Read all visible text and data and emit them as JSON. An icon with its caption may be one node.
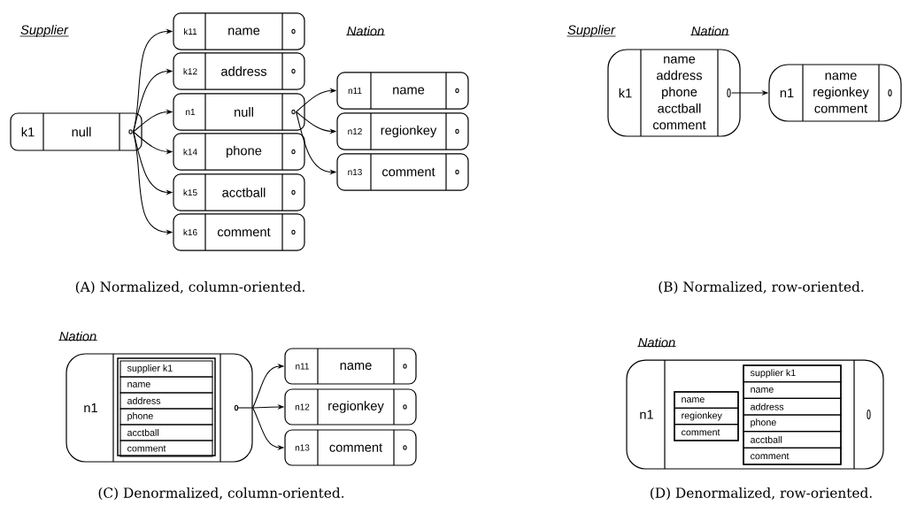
{
  "diagram": {
    "nodes": [
      {
        "text": [
          "k1",
          "null"
        ]
      },
      {
        "text": [
          "k11",
          "name"
        ]
      },
      {
        "text": [
          "k12",
          "address"
        ]
      },
      {
        "text": [
          "n1",
          "null"
        ]
      },
      {
        "text": [
          "k14",
          "phone"
        ]
      },
      {
        "text": [
          "k15",
          "acctball"
        ]
      },
      {
        "text": [
          "k16",
          "comment"
        ]
      },
      {
        "text": [
          "n11",
          "name"
        ]
      },
      {
        "text": [
          "n12",
          "regionkey"
        ]
      },
      {
        "text": [
          "n13",
          "comment"
        ]
      },
      {
        "text": [
          "k1",
          "name address phone acctball comment"
        ]
      },
      {
        "text": [
          "n1",
          "name regionkey comment"
        ]
      },
      {
        "text": [
          "n1"
        ]
      },
      {
        "text": [],
        "shape": "box",
        "in": 12
      },
      {
        "text": [
          "supplier k1"
        ],
        "in": 13
      },
      {
        "text": [
          "name"
        ],
        "in": 13
      },
      {
        "text": [
          "address"
        ],
        "in": 13
      },
      {
        "text": [
          "phone"
        ],
        "in": 13
      },
      {
        "text": [
          "acctball"
        ],
        "in": 13
      },
      {
        "text": [
          "comment"
        ],
        "in": 13
      },
      {
        "text": [
          "n11",
          "name"
        ]
      },
      {
        "text": [
          "n12",
          "regionkey"
        ]
      },
      {
        "text": [
          "n13",
          "comment"
        ]
      },
      {
        "text": [
          "n1"
        ]
      },
      {
        "text": [],
        "shape": "box",
        "in": 23
      },
      {
        "text": [
          "name"
        ],
        "in": 24
      },
      {
        "text": [
          "regionkey"
        ],
        "in": 24
      },
      {
        "text": [
          "comment"
        ],
        "in": 24
      },
      {
        "text": [],
        "shape": "box",
        "in": 23
      },
      {
        "text": [
          "supplier k1"
        ],
        "in": 28
      },
      {
        "text": [
          "name"
        ],
        "in": 28
      },
      {
        "text": [
          "address"
        ],
        "in": 28
      },
      {
        "text": [
          "phone"
        ],
        "in": 28
      },
      {
        "text": [
          "acctball"
        ],
        "in": 28
      },
      {
        "text": [
          "comment"
        ],
        "in": 28
      }
    ],
    "edges": [
      {
        "from": 0,
        "to": 1,
        "arrow": "to"
      },
      {
        "from": 0,
        "to": 2,
        "arrow": "to"
      },
      {
        "from": 0,
        "to": 3,
        "arrow": "to"
      },
      {
        "from": 0,
        "to": 4,
        "arrow": "to"
      },
      {
        "from": 0,
        "to": 5,
        "arrow": "to"
      },
      {
        "from": 0,
        "to": 6,
        "arrow": "to"
      },
      {
        "from": 3,
        "to": 7,
        "arrow": "to"
      },
      {
        "from": 3,
        "to": 8,
        "arrow": "to"
      },
      {
        "from": 3,
        "to": 9,
        "arrow": "to"
      },
      {
        "from": 10,
        "to": 11,
        "arrow": "to"
      },
      {
        "from": 12,
        "to": 20,
        "arrow": "to"
      },
      {
        "from": 12,
        "to": 21,
        "arrow": "to"
      },
      {
        "from": 12,
        "to": 22,
        "arrow": "to"
      }
    ],
    "labels": [
      "Supplier",
      "Nation",
      "Supplier",
      "Nation",
      "(A) Normalized, column-oriented.",
      "(B) Normalized, row-oriented.",
      "Nation",
      "Nation",
      "(C) Denormalized, column-oriented.",
      "(D) Denormalized, row-oriented."
    ]
  }
}
